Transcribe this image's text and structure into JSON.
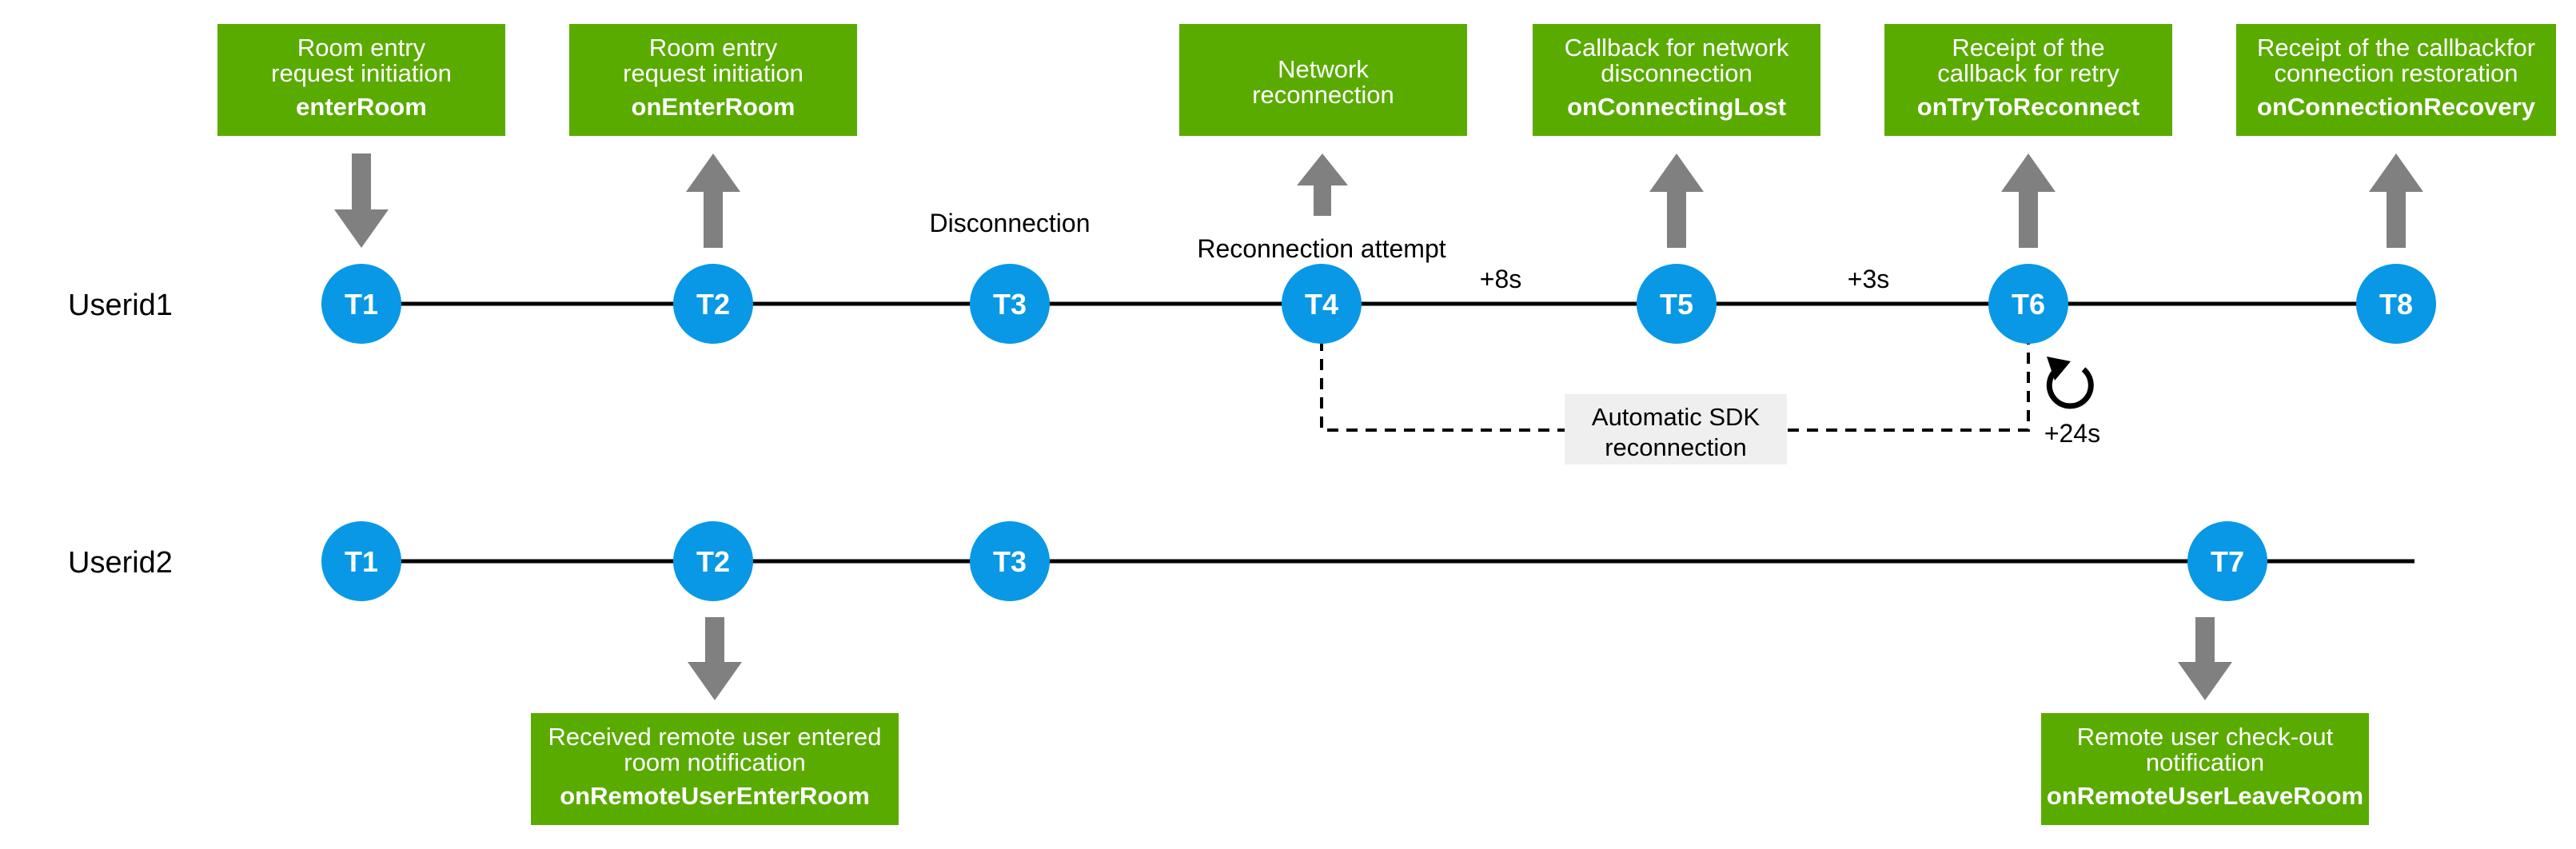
{
  "colors": {
    "node": "#0898e6",
    "box": "#5aab00",
    "arrow": "#808080",
    "line": "#000000",
    "sdk_box": "#efefef"
  },
  "rows": {
    "user1": "Userid1",
    "user2": "Userid2"
  },
  "user1_nodes": [
    "T1",
    "T2",
    "T3",
    "T4",
    "T5",
    "T6",
    "T8"
  ],
  "user2_nodes": [
    "T1",
    "T2",
    "T3",
    "T7"
  ],
  "labels": {
    "disconnection": "Disconnection",
    "reconnection_attempt": "Reconnection attempt",
    "plus8s": "+8s",
    "plus3s": "+3s",
    "plus24s": "+24s",
    "sdk_line1": "Automatic SDK",
    "sdk_line2": "reconnection"
  },
  "top_boxes": [
    {
      "line1": "Room entry",
      "line2": "request initiation",
      "api": "enterRoom"
    },
    {
      "line1": "Room entry",
      "line2": "request initiation",
      "api": "onEnterRoom"
    },
    {
      "line1": "Network",
      "line2": "reconnection",
      "api": ""
    },
    {
      "line1": "Callback for network",
      "line2": "disconnection",
      "api": "onConnectingLost"
    },
    {
      "line1": "Receipt of the",
      "line2": "callback for retry",
      "api": "onTryToReconnect"
    },
    {
      "line1": "Receipt of the callbackfor",
      "line2": "connection restoration",
      "api": "onConnectionRecovery"
    }
  ],
  "bottom_boxes": [
    {
      "line1": "Received remote user entered",
      "line2": "room notification",
      "api": "onRemoteUserEnterRoom"
    },
    {
      "line1": "Remote user check-out",
      "line2": "notification",
      "api": "onRemoteUserLeaveRoom"
    }
  ],
  "icons": {
    "retry": "refresh-icon"
  }
}
